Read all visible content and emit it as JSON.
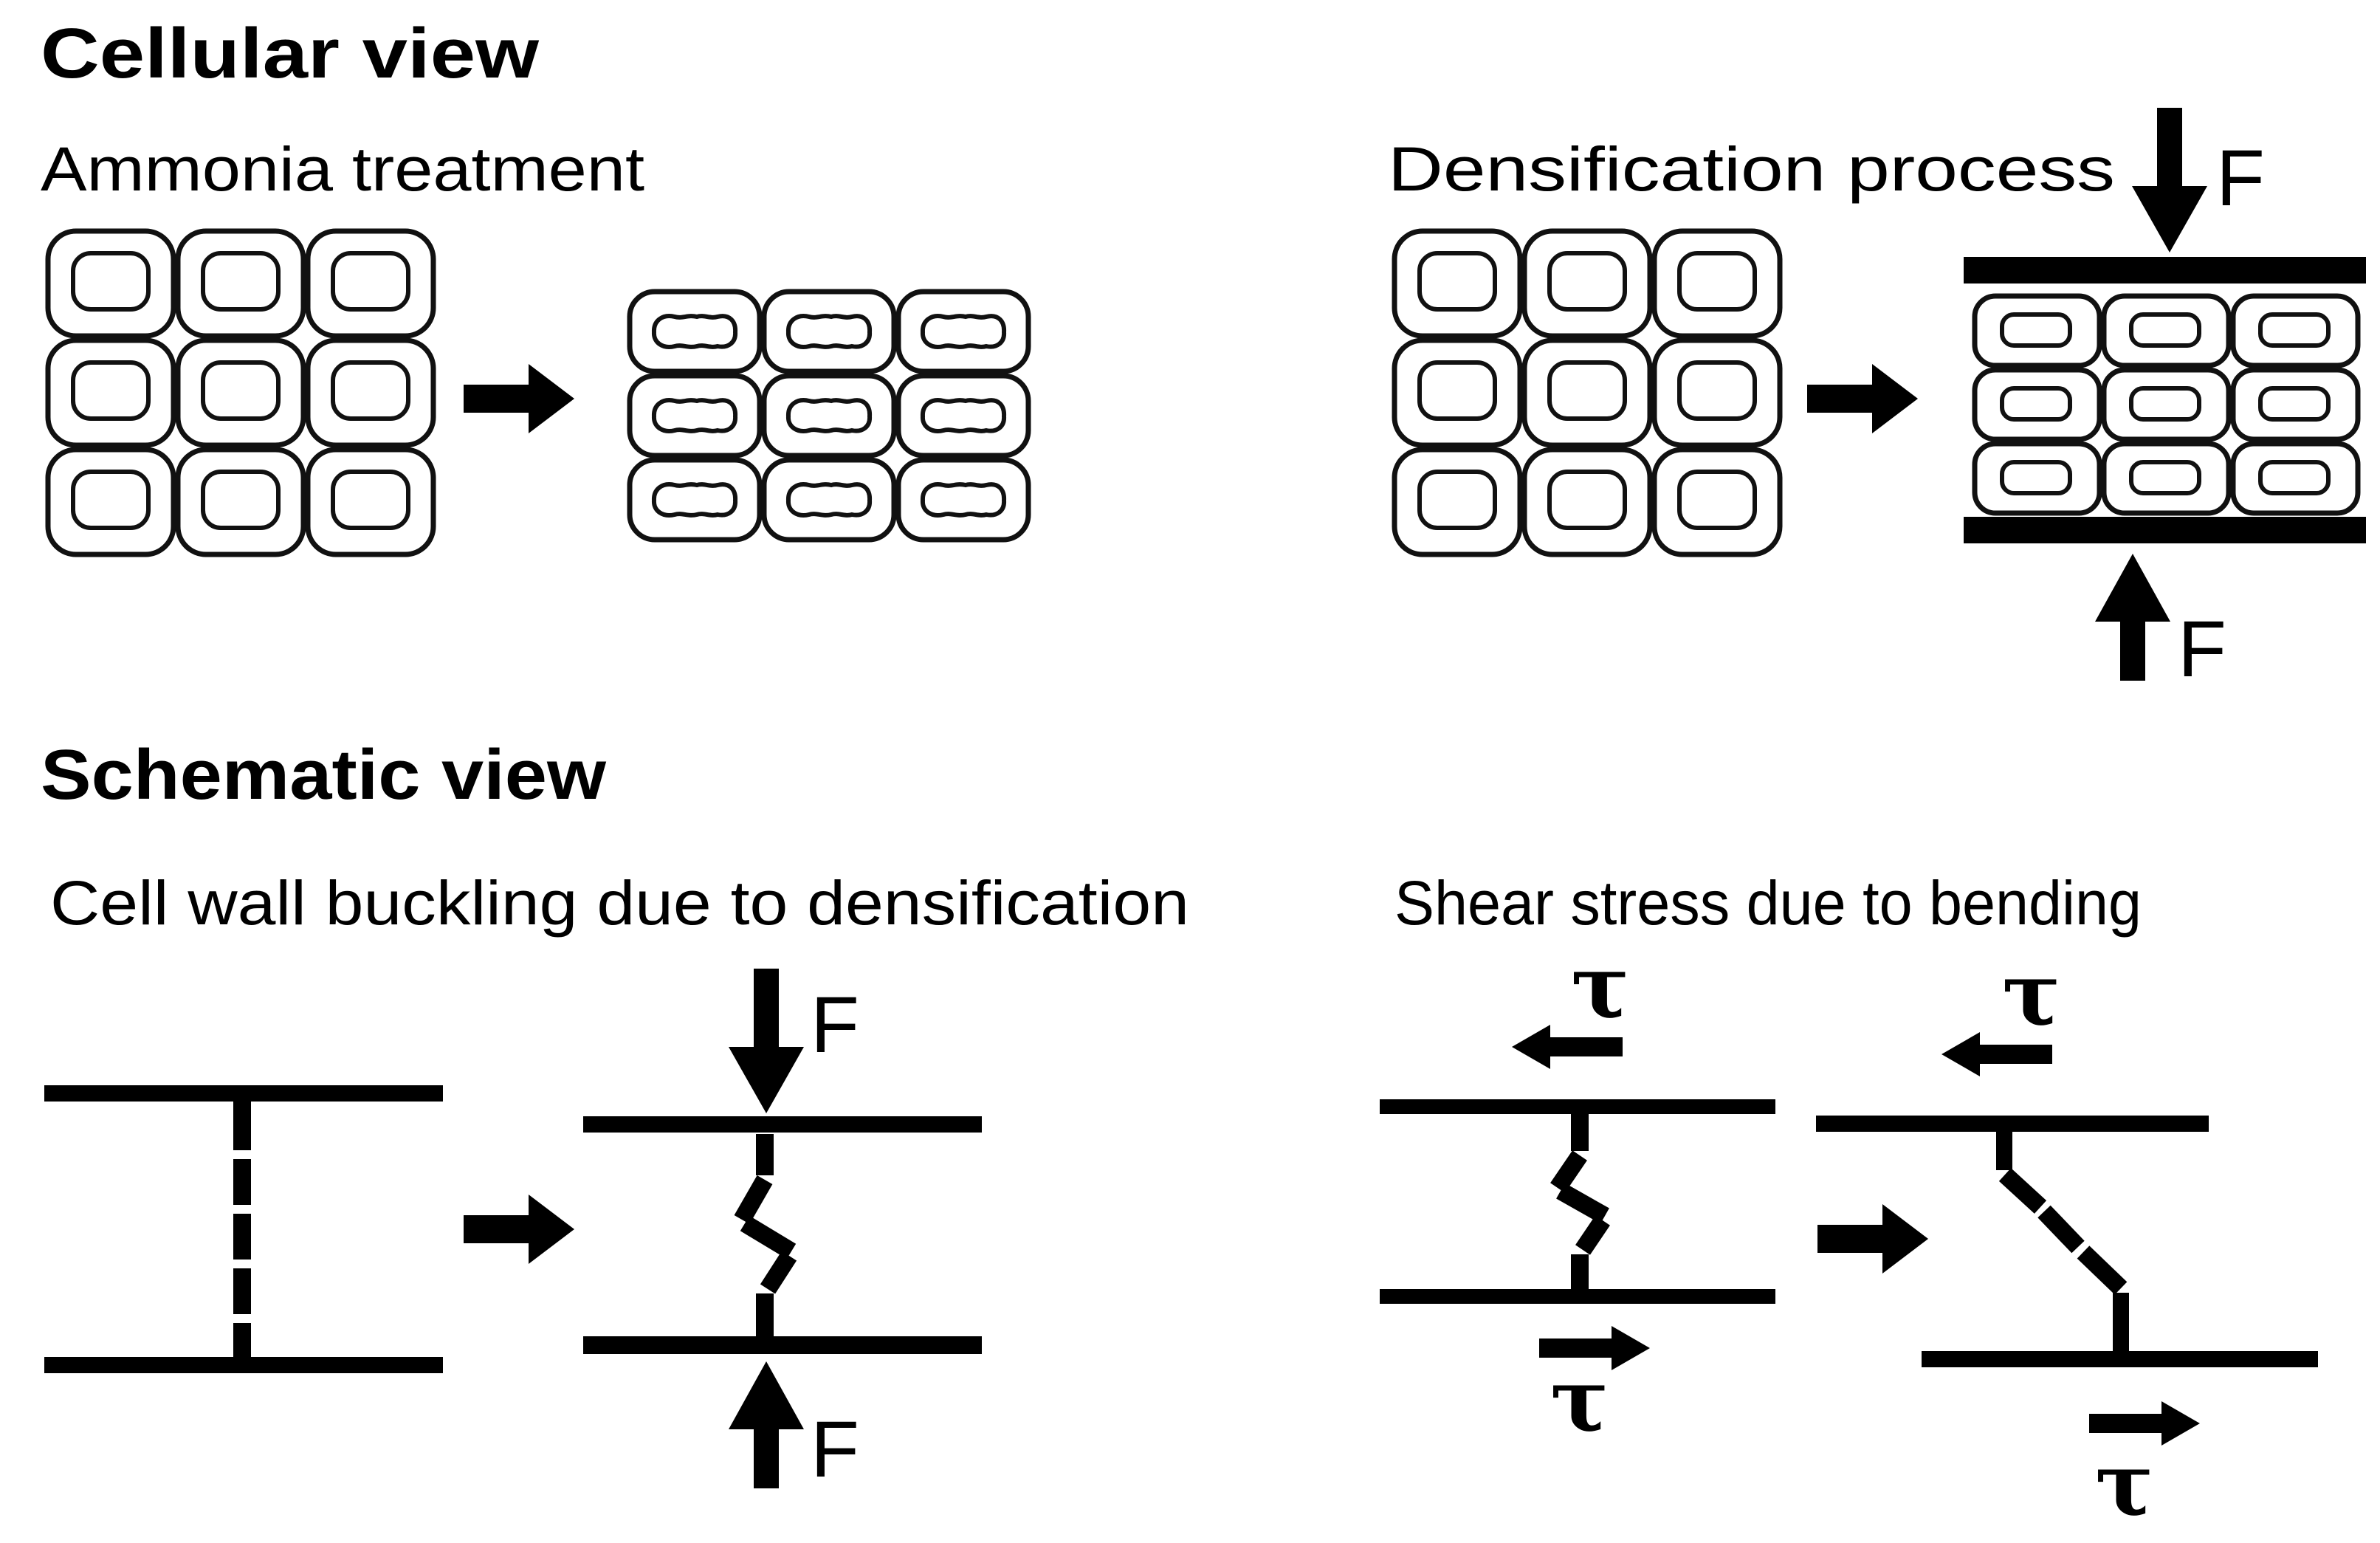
{
  "cellular": {
    "title": "Cellular view",
    "ammonia": {
      "label": "Ammonia treatment",
      "grid_rows": 3,
      "grid_cols": 3,
      "states": [
        "open cells",
        "collapsed wavy lumen cells"
      ]
    },
    "densification": {
      "label": "Densification process",
      "grid_rows": 3,
      "grid_cols": 3,
      "force_label": "F",
      "states": [
        "open cells",
        "compressed cells between press plates"
      ]
    }
  },
  "schematic": {
    "title": "Schematic view",
    "buckling": {
      "label": "Cell wall buckling due to densification",
      "force_label": "F",
      "states": [
        "straight dashed cell wall",
        "buckled zigzag cell wall under force F"
      ]
    },
    "shear": {
      "label": "Shear stress due to bending",
      "shear_label": "τ",
      "states": [
        "buckled zigzag wall under shear",
        "sheared diagonal wall under shear"
      ]
    }
  },
  "colors": {
    "ink": "#000000",
    "cell_stroke": "#111111",
    "background": "#ffffff"
  }
}
